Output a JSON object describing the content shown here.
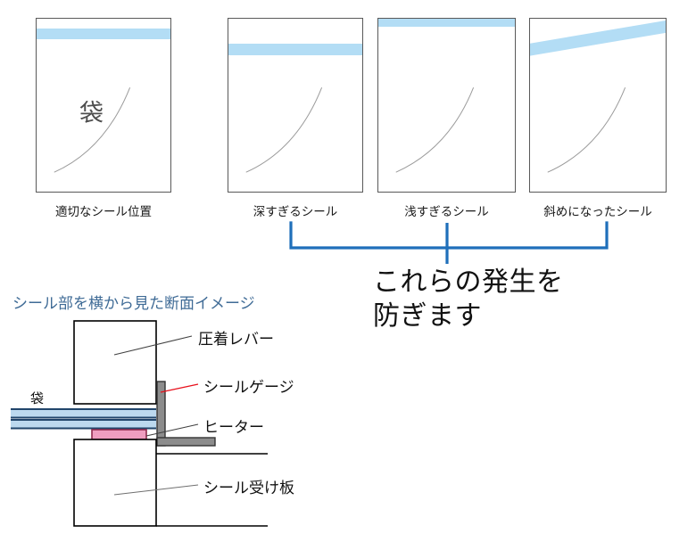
{
  "bags": [
    {
      "id": "proper-seal",
      "caption": "適切なシール位置",
      "kanji": "袋",
      "seal_style": "horizontal",
      "seal_note": "seal band near top of bag"
    },
    {
      "id": "too-deep-seal",
      "caption": "深すぎるシール",
      "kanji": "",
      "seal_style": "horizontal",
      "seal_note": "seal band lower down the bag"
    },
    {
      "id": "too-shallow-seal",
      "caption": "浅すぎるシール",
      "kanji": "",
      "seal_style": "horizontal",
      "seal_note": "seal band at the very top edge"
    },
    {
      "id": "slanted-seal",
      "caption": "斜めになったシール",
      "kanji": "",
      "seal_style": "slanted",
      "seal_note": "seal band tilted / not parallel to top"
    }
  ],
  "callout": {
    "text": "これらの発生を\n防ぎます",
    "bracket_color": "#1f6fba"
  },
  "cross_section": {
    "title": "シール部を横から見た断面イメージ",
    "title_color": "#3f6b96",
    "bag_label": "袋",
    "labels": [
      {
        "id": "press-lever",
        "text": "圧着レバー",
        "leader_color": "#404040"
      },
      {
        "id": "seal-gauge",
        "text": "シールゲージ",
        "leader_color": "#e8101b"
      },
      {
        "id": "heater",
        "text": "ヒーター",
        "leader_color": "#404040"
      },
      {
        "id": "seal-receiving-plate",
        "text": "シール受け板",
        "leader_color": "#707070"
      }
    ],
    "colors": {
      "seal_band": "#b3ddf5",
      "bag_film": "#bcd9ef",
      "bag_film_line": "#21456b",
      "heater_fill": "#ef9ec0",
      "heater_border": "#8f2b4e",
      "gauge_fill": "#8c8c8c",
      "gauge_border": "#333333",
      "box_border": "#000000"
    }
  }
}
